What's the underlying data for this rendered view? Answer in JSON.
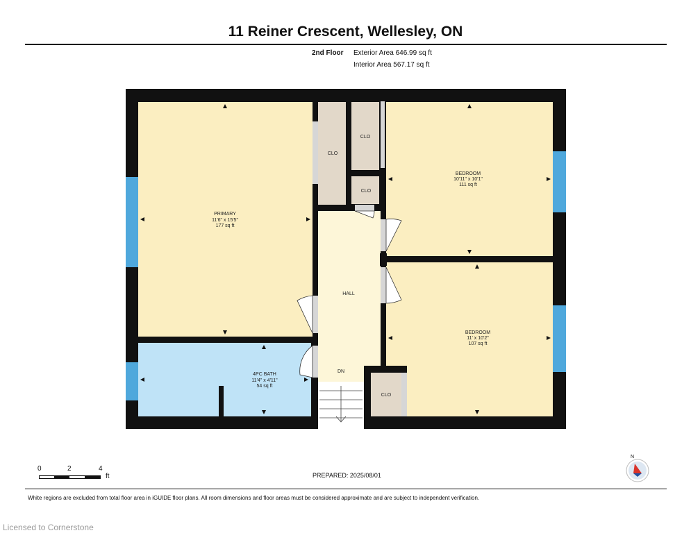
{
  "header": {
    "title": "11 Reiner Crescent, Wellesley, ON",
    "floor": "2nd Floor",
    "exterior_area": "Exterior Area 646.99 sq ft",
    "interior_area": "Interior Area 567.17 sq ft"
  },
  "rooms": {
    "primary": {
      "name": "PRIMARY",
      "dims": "11'6\" x 15'5\"",
      "area": "177 sq ft"
    },
    "bedroom1": {
      "name": "BEDROOM",
      "dims": "10'11\" x 10'1\"",
      "area": "111 sq ft"
    },
    "bedroom2": {
      "name": "BEDROOM",
      "dims": "11' x 10'2\"",
      "area": "107 sq ft"
    },
    "bath": {
      "name": "4PC BATH",
      "dims": "11'4\" x 4'11\"",
      "area": "54 sq ft"
    },
    "hall": {
      "name": "HALL"
    },
    "stairs": {
      "name": "DN"
    },
    "closet_a": {
      "name": "CLO"
    },
    "closet_b": {
      "name": "CLO"
    },
    "closet_c": {
      "name": "CLO"
    },
    "closet_d": {
      "name": "CLO"
    }
  },
  "scale": {
    "marks": [
      "0",
      "2",
      "4"
    ],
    "unit": "ft"
  },
  "compass": {
    "label": "N"
  },
  "footer": {
    "prepared": "PREPARED: 2025/08/01",
    "disclaimer": "White regions are excluded from total floor area in iGUIDE floor plans. All room dimensions and floor areas must be considered approximate and are subject to independent verification.",
    "watermark": "Licensed to Cornerstone"
  },
  "colors": {
    "bedroom": "#fbeec1",
    "bath": "#bfe3f7",
    "hall": "#fdf6d8",
    "closet": "#e2d8c9",
    "wall": "#111111",
    "window": "#4fa8dc"
  }
}
